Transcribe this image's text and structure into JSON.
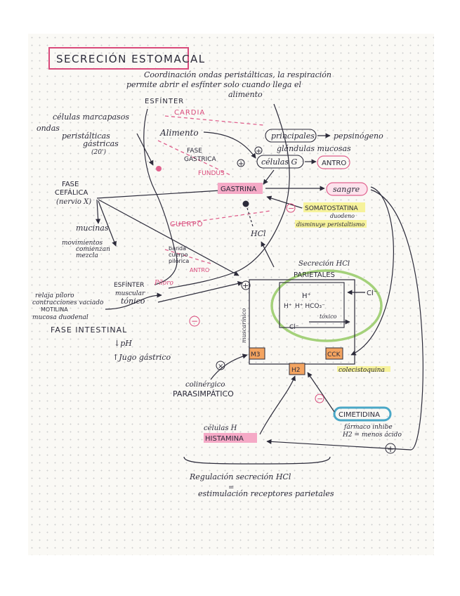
{
  "title": "SECRECIÓN ESTOMACAL",
  "note": [
    "Coordinación ondas peristálticas, la respiración",
    "permite abrir el esfínter solo cuando llega el",
    "alimento"
  ],
  "stomach": {
    "esfinter": "ESFÍNTER",
    "cardia": "CARDIA",
    "alimento": "Alimento",
    "fase_gastrica": [
      "FASE",
      "GÁSTRICA"
    ],
    "fundus": "FUNDUS",
    "cuerpo": "CUERPO",
    "antro": "ANTRO",
    "piloro": "Píloro",
    "esfinter_pilorico": [
      "ESFÍNTER",
      "muscular",
      "tónico"
    ],
    "banda": [
      "banda",
      "cuerpo",
      "pilórica"
    ]
  },
  "left": {
    "marcapasos": "células marcapasos",
    "ondas": [
      "ondas",
      "peristálticas",
      "gástricas",
      "(20')"
    ],
    "fase_cefalica": [
      "FASE",
      "CEFÁLICA",
      "(nervio X)"
    ],
    "mucinas": "mucinas",
    "movimientos": [
      "movimientos",
      "comienzan",
      "mezcla"
    ],
    "relaja": [
      "relaja píloro",
      "contracciones vaciado",
      "MOTILINA",
      "mucosa duodenal"
    ],
    "fase_intestinal": "FASE INTESTINAL",
    "ph": "↓pH",
    "jugo": "↑Jugo gástrico"
  },
  "cells": {
    "principales": "principales",
    "pepsinogeno": "pepsinógeno",
    "glandulas": "glándulas mucosas",
    "celulas_g": "células G",
    "antro": "ANTRO",
    "gastrina": "GASTRINA",
    "sangre": "sangre",
    "somatostatina": "SOMATOSTATINA",
    "somatostatina_sub": [
      "duodeno",
      "disminuye peristaltismo"
    ],
    "hcl": "HCl"
  },
  "parietal": {
    "secrecion": "Secreción HCl",
    "title": "PARIETALES",
    "h_plus": "H⁺",
    "h_hco3": "H⁺ HCO₃⁻",
    "h_plus_left": "H⁺",
    "cl_right": "Cl⁻",
    "cl_bottom": "Cl⁻",
    "toxico": "tóxico",
    "m3": "M3",
    "h2": "H2",
    "cck": "CCK",
    "muscarinico": "muscarínico",
    "colecistoquina": "colecistoquina"
  },
  "lower": {
    "colinergico": [
      "colinérgico",
      "PARASIMPÁTICO"
    ],
    "celulas_h": "células H",
    "histamina": "HISTAMINA",
    "cimetidina": "CIMETIDINA",
    "cimetidina_sub": [
      "fármaco inhibe",
      "H2 = menos ácido"
    ],
    "regulacion": [
      "Regulación secreción HCl",
      "=",
      "estimulación receptores parietales"
    ]
  },
  "signs": {
    "plus": "+",
    "minus": "−",
    "times": "×"
  },
  "colors": {
    "pink": "#e0628e",
    "yellow": "#f6f29b",
    "teal": "#4aa8c7",
    "green": "#a4d17a",
    "orange": "#f4a460",
    "ink": "#2c2b3a"
  }
}
